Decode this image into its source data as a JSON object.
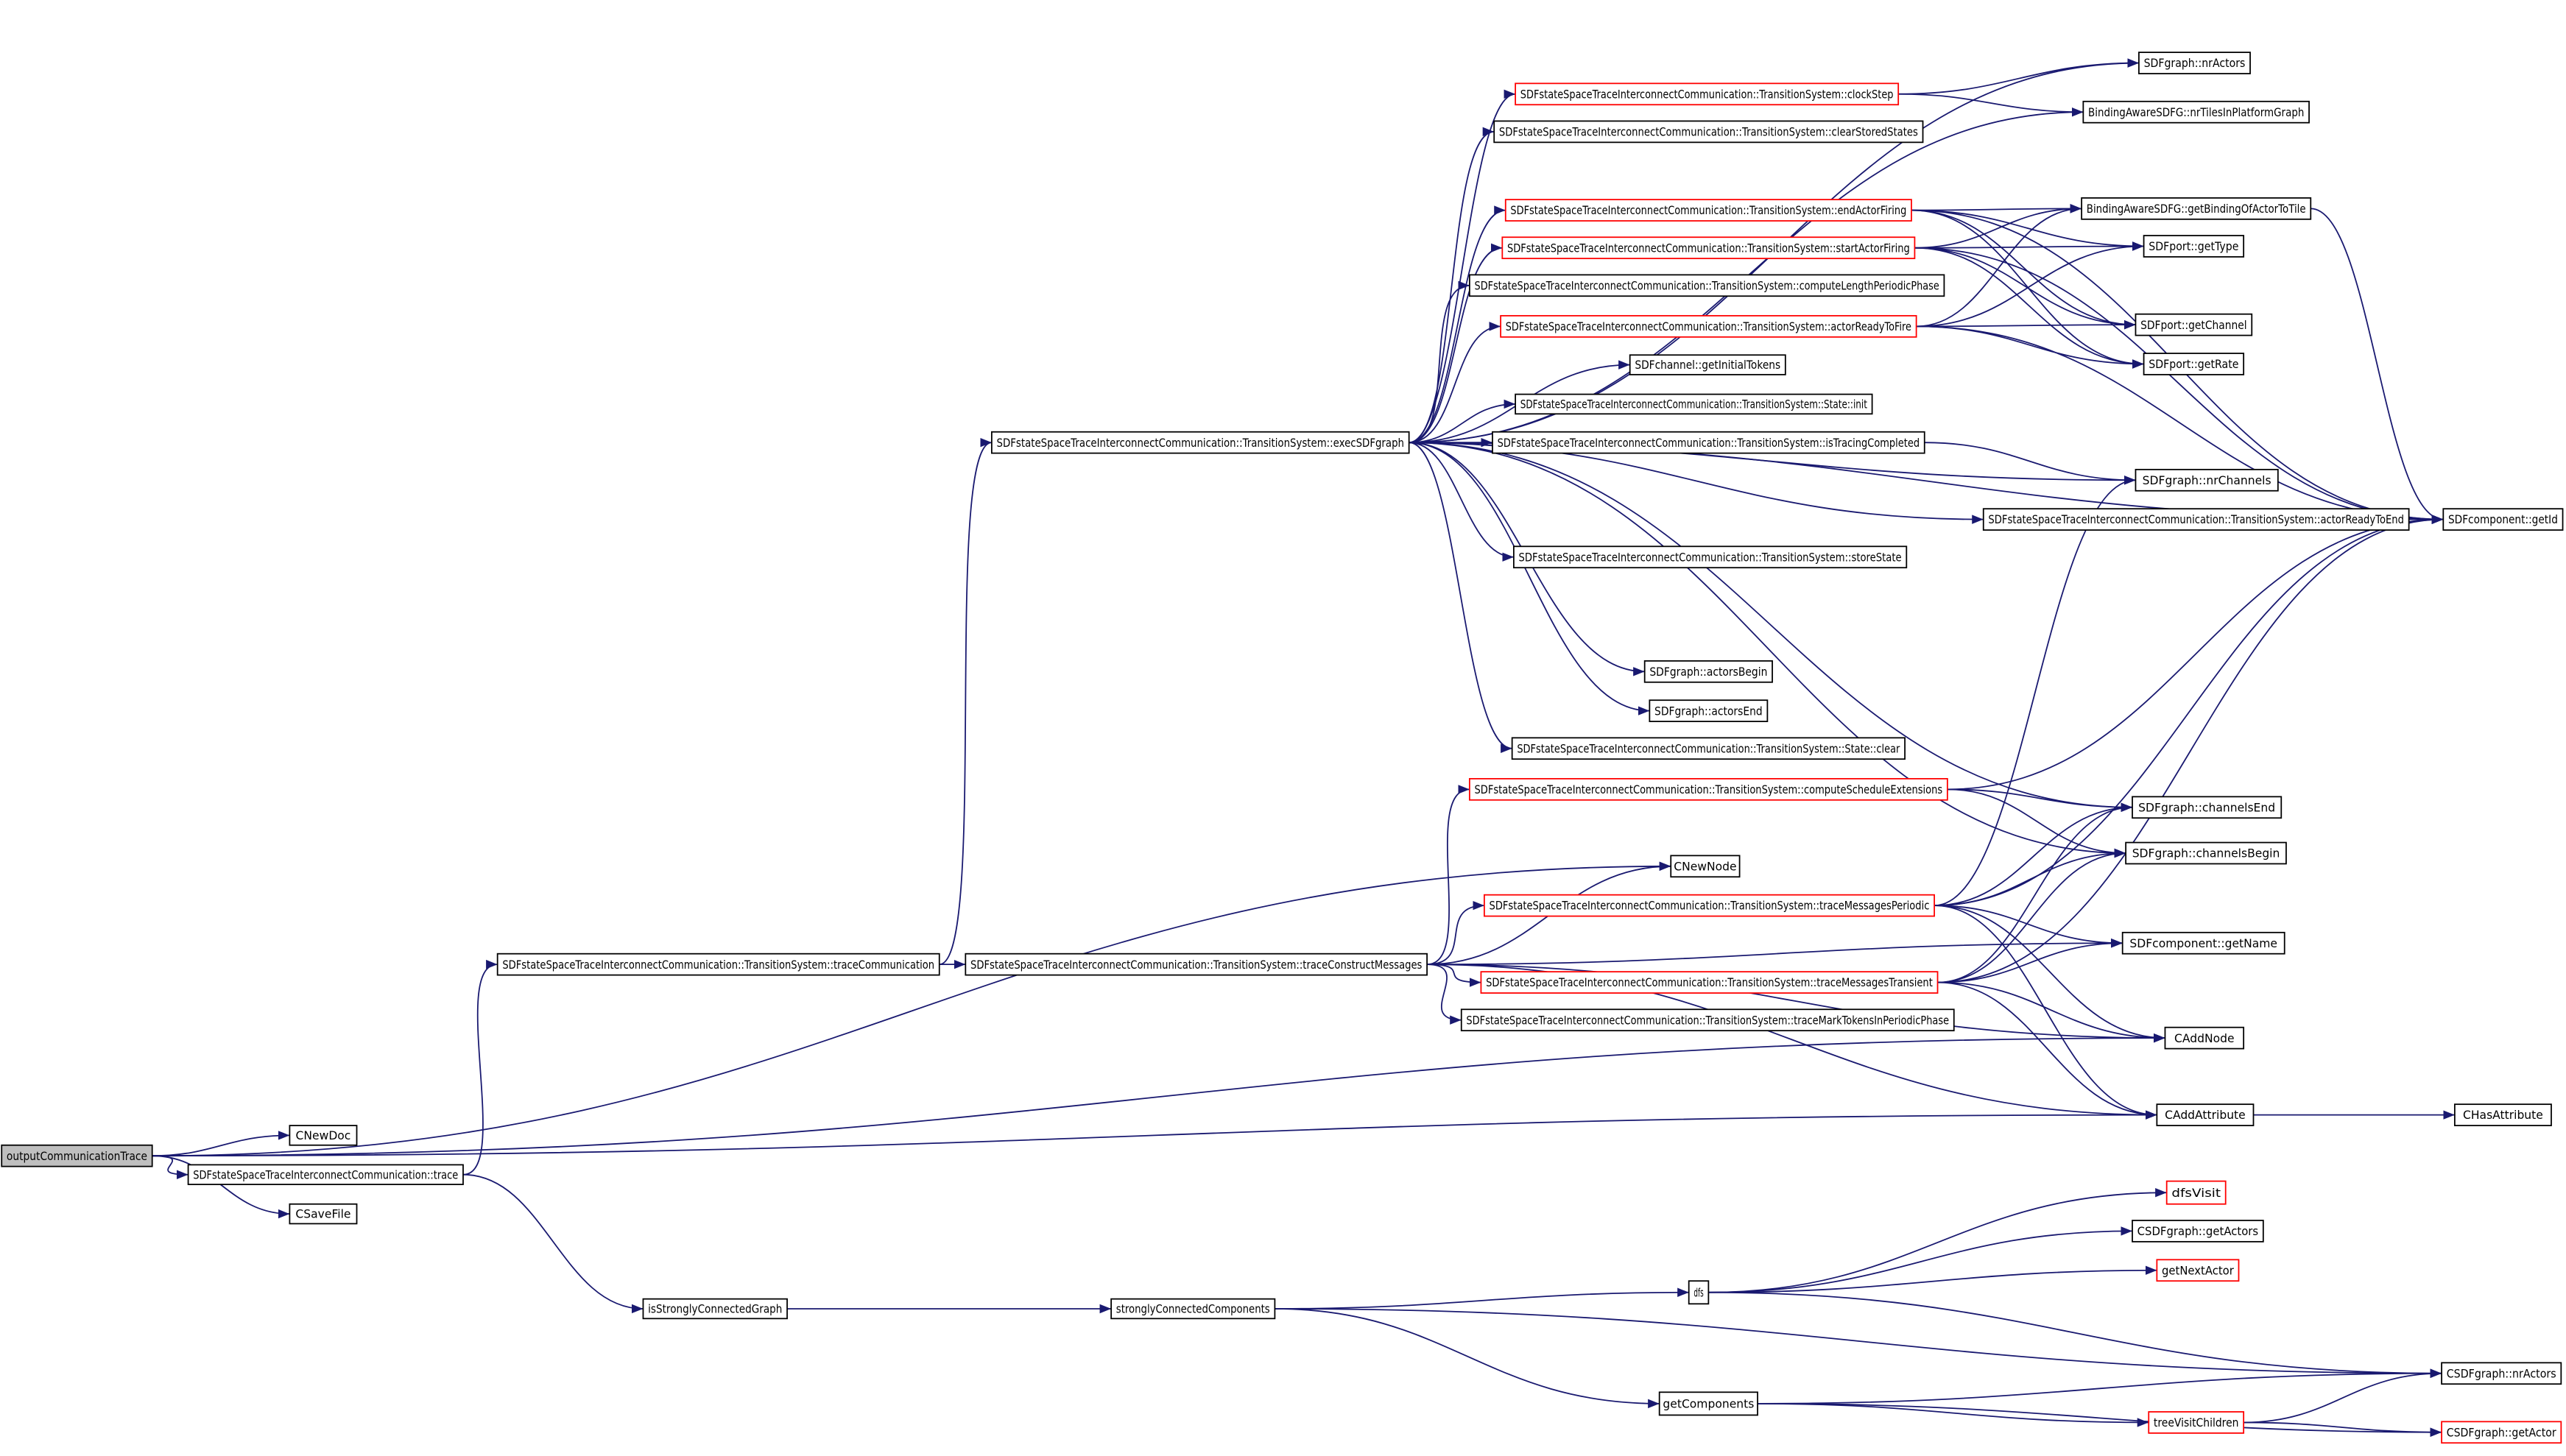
{
  "colors": {
    "edge": "#191970",
    "node_border": "#000000",
    "node_border_incomplete": "#ff0000",
    "root_fill": "#bfbfbf"
  },
  "nodes": {
    "n_root": {
      "label": "outputCommunicationTrace",
      "style": "root"
    },
    "n_cnewdoc": {
      "label": "CNewDoc",
      "style": "normal"
    },
    "n_trace": {
      "label": "SDFstateSpaceTraceInterconnectCommunication::trace",
      "style": "normal"
    },
    "n_csavefile": {
      "label": "CSaveFile",
      "style": "normal"
    },
    "n_tracecomm": {
      "label": "SDFstateSpaceTraceInterconnectCommunication::TransitionSystem::traceCommunication",
      "style": "normal"
    },
    "n_isscg": {
      "label": "isStronglyConnectedGraph",
      "style": "normal"
    },
    "n_exec": {
      "label": "SDFstateSpaceTraceInterconnectCommunication::TransitionSystem::execSDFgraph",
      "style": "normal"
    },
    "n_tcm": {
      "label": "SDFstateSpaceTraceInterconnectCommunication::TransitionSystem::traceConstructMessages",
      "style": "normal"
    },
    "n_scc": {
      "label": "stronglyConnectedComponents",
      "style": "normal"
    },
    "n_clock": {
      "label": "SDFstateSpaceTraceInterconnectCommunication::TransitionSystem::clockStep",
      "style": "red"
    },
    "n_clear_stored": {
      "label": "SDFstateSpaceTraceInterconnectCommunication::TransitionSystem::clearStoredStates",
      "style": "normal"
    },
    "n_endfire": {
      "label": "SDFstateSpaceTraceInterconnectCommunication::TransitionSystem::endActorFiring",
      "style": "red"
    },
    "n_startfire": {
      "label": "SDFstateSpaceTraceInterconnectCommunication::TransitionSystem::startActorFiring",
      "style": "red"
    },
    "n_complen": {
      "label": "SDFstateSpaceTraceInterconnectCommunication::TransitionSystem::computeLengthPeriodicPhase",
      "style": "normal"
    },
    "n_ready_fire": {
      "label": "SDFstateSpaceTraceInterconnectCommunication::TransitionSystem::actorReadyToFire",
      "style": "red"
    },
    "n_inittok": {
      "label": "SDFchannel::getInitialTokens",
      "style": "normal"
    },
    "n_state_init": {
      "label": "SDFstateSpaceTraceInterconnectCommunication::TransitionSystem::State::init",
      "style": "normal"
    },
    "n_istracing": {
      "label": "SDFstateSpaceTraceInterconnectCommunication::TransitionSystem::isTracingCompleted",
      "style": "normal"
    },
    "n_ready_end": {
      "label": "SDFstateSpaceTraceInterconnectCommunication::TransitionSystem::actorReadyToEnd",
      "style": "normal"
    },
    "n_store": {
      "label": "SDFstateSpaceTraceInterconnectCommunication::TransitionSystem::storeState",
      "style": "normal"
    },
    "n_abegin": {
      "label": "SDFgraph::actorsBegin",
      "style": "normal"
    },
    "n_aend": {
      "label": "SDFgraph::actorsEnd",
      "style": "normal"
    },
    "n_state_clear": {
      "label": "SDFstateSpaceTraceInterconnectCommunication::TransitionSystem::State::clear",
      "style": "normal"
    },
    "n_cse": {
      "label": "SDFstateSpaceTraceInterconnectCommunication::TransitionSystem::computeScheduleExtensions",
      "style": "red"
    },
    "n_cnewnode": {
      "label": "CNewNode",
      "style": "normal"
    },
    "n_tmp": {
      "label": "SDFstateSpaceTraceInterconnectCommunication::TransitionSystem::traceMessagesPeriodic",
      "style": "red"
    },
    "n_tmt": {
      "label": "SDFstateSpaceTraceInterconnectCommunication::TransitionSystem::traceMessagesTransient",
      "style": "red"
    },
    "n_tmtpp": {
      "label": "SDFstateSpaceTraceInterconnectCommunication::TransitionSystem::traceMarkTokensInPeriodicPhase",
      "style": "normal"
    },
    "n_dfs": {
      "label": "dfs",
      "style": "normal"
    },
    "n_getcomp": {
      "label": "getComponents",
      "style": "normal"
    },
    "n_nractors": {
      "label": "SDFgraph::nrActors",
      "style": "normal"
    },
    "n_nrtiles": {
      "label": "BindingAwareSDFG::nrTilesInPlatformGraph",
      "style": "normal"
    },
    "n_binding": {
      "label": "BindingAwareSDFG::getBindingOfActorToTile",
      "style": "normal"
    },
    "n_gettype": {
      "label": "SDFport::getType",
      "style": "normal"
    },
    "n_getchannel": {
      "label": "SDFport::getChannel",
      "style": "normal"
    },
    "n_getrate": {
      "label": "SDFport::getRate",
      "style": "normal"
    },
    "n_nrchannels": {
      "label": "SDFgraph::nrChannels",
      "style": "normal"
    },
    "n_getid": {
      "label": "SDFcomponent::getId",
      "style": "normal"
    },
    "n_chend": {
      "label": "SDFgraph::channelsEnd",
      "style": "normal"
    },
    "n_chbegin": {
      "label": "SDFgraph::channelsBegin",
      "style": "normal"
    },
    "n_getname": {
      "label": "SDFcomponent::getName",
      "style": "normal"
    },
    "n_caddnode": {
      "label": "CAddNode",
      "style": "normal"
    },
    "n_caddattr": {
      "label": "CAddAttribute",
      "style": "normal"
    },
    "n_chasattr": {
      "label": "CHasAttribute",
      "style": "normal"
    },
    "n_dfsvisit": {
      "label": "dfsVisit",
      "style": "red"
    },
    "n_csdfgetactors": {
      "label": "CSDFgraph::getActors",
      "style": "normal"
    },
    "n_getnextactor": {
      "label": "getNextActor",
      "style": "red"
    },
    "n_csdfnractors": {
      "label": "CSDFgraph::nrActors",
      "style": "normal"
    },
    "n_treevisit": {
      "label": "treeVisitChildren",
      "style": "red"
    },
    "n_csdfgetactor": {
      "label": "CSDFgraph::getActor",
      "style": "red"
    }
  },
  "edges": [
    [
      "n_root",
      "n_cnewdoc"
    ],
    [
      "n_root",
      "n_trace"
    ],
    [
      "n_root",
      "n_csavefile"
    ],
    [
      "n_root",
      "n_cnewnode"
    ],
    [
      "n_root",
      "n_caddnode"
    ],
    [
      "n_root",
      "n_caddattr"
    ],
    [
      "n_trace",
      "n_tracecomm"
    ],
    [
      "n_trace",
      "n_isscg"
    ],
    [
      "n_tracecomm",
      "n_exec"
    ],
    [
      "n_tracecomm",
      "n_tcm"
    ],
    [
      "n_isscg",
      "n_scc"
    ],
    [
      "n_exec",
      "n_nractors"
    ],
    [
      "n_exec",
      "n_clock"
    ],
    [
      "n_exec",
      "n_clear_stored"
    ],
    [
      "n_exec",
      "n_nrtiles"
    ],
    [
      "n_exec",
      "n_endfire"
    ],
    [
      "n_exec",
      "n_startfire"
    ],
    [
      "n_exec",
      "n_complen"
    ],
    [
      "n_exec",
      "n_ready_fire"
    ],
    [
      "n_exec",
      "n_inittok"
    ],
    [
      "n_exec",
      "n_state_init"
    ],
    [
      "n_exec",
      "n_istracing"
    ],
    [
      "n_exec",
      "n_nrchannels"
    ],
    [
      "n_exec",
      "n_ready_end"
    ],
    [
      "n_exec",
      "n_store"
    ],
    [
      "n_exec",
      "n_getid"
    ],
    [
      "n_exec",
      "n_chend"
    ],
    [
      "n_exec",
      "n_abegin"
    ],
    [
      "n_exec",
      "n_aend"
    ],
    [
      "n_exec",
      "n_state_clear"
    ],
    [
      "n_exec",
      "n_chbegin"
    ],
    [
      "n_clock",
      "n_nractors"
    ],
    [
      "n_clock",
      "n_nrtiles"
    ],
    [
      "n_endfire",
      "n_binding"
    ],
    [
      "n_endfire",
      "n_gettype"
    ],
    [
      "n_endfire",
      "n_getchannel"
    ],
    [
      "n_endfire",
      "n_getrate"
    ],
    [
      "n_endfire",
      "n_getid"
    ],
    [
      "n_startfire",
      "n_binding"
    ],
    [
      "n_startfire",
      "n_gettype"
    ],
    [
      "n_startfire",
      "n_getchannel"
    ],
    [
      "n_startfire",
      "n_getrate"
    ],
    [
      "n_startfire",
      "n_getid"
    ],
    [
      "n_ready_fire",
      "n_binding"
    ],
    [
      "n_ready_fire",
      "n_gettype"
    ],
    [
      "n_ready_fire",
      "n_getchannel"
    ],
    [
      "n_ready_fire",
      "n_getrate"
    ],
    [
      "n_ready_fire",
      "n_getid"
    ],
    [
      "n_istracing",
      "n_nrchannels"
    ],
    [
      "n_ready_end",
      "n_getid"
    ],
    [
      "n_binding",
      "n_getid"
    ],
    [
      "n_tcm",
      "n_cse"
    ],
    [
      "n_tcm",
      "n_cnewnode"
    ],
    [
      "n_tcm",
      "n_tmp"
    ],
    [
      "n_tcm",
      "n_getname"
    ],
    [
      "n_tcm",
      "n_tmt"
    ],
    [
      "n_tcm",
      "n_tmtpp"
    ],
    [
      "n_tcm",
      "n_caddnode"
    ],
    [
      "n_tcm",
      "n_caddattr"
    ],
    [
      "n_cse",
      "n_getid"
    ],
    [
      "n_cse",
      "n_chend"
    ],
    [
      "n_cse",
      "n_chbegin"
    ],
    [
      "n_tmp",
      "n_nrchannels"
    ],
    [
      "n_tmp",
      "n_chend"
    ],
    [
      "n_tmp",
      "n_chbegin"
    ],
    [
      "n_tmp",
      "n_getid"
    ],
    [
      "n_tmp",
      "n_getname"
    ],
    [
      "n_tmp",
      "n_caddnode"
    ],
    [
      "n_tmp",
      "n_caddattr"
    ],
    [
      "n_tmt",
      "n_chend"
    ],
    [
      "n_tmt",
      "n_chbegin"
    ],
    [
      "n_tmt",
      "n_getid"
    ],
    [
      "n_tmt",
      "n_getname"
    ],
    [
      "n_tmt",
      "n_caddnode"
    ],
    [
      "n_tmt",
      "n_caddattr"
    ],
    [
      "n_caddattr",
      "n_chasattr"
    ],
    [
      "n_scc",
      "n_dfs"
    ],
    [
      "n_scc",
      "n_csdfnractors"
    ],
    [
      "n_scc",
      "n_getcomp"
    ],
    [
      "n_dfs",
      "n_dfsvisit"
    ],
    [
      "n_dfs",
      "n_csdfgetactors"
    ],
    [
      "n_dfs",
      "n_getnextactor"
    ],
    [
      "n_dfs",
      "n_csdfnractors"
    ],
    [
      "n_getcomp",
      "n_csdfnractors"
    ],
    [
      "n_getcomp",
      "n_treevisit"
    ],
    [
      "n_getcomp",
      "n_csdfgetactor"
    ],
    [
      "n_treevisit",
      "n_csdfnractors"
    ],
    [
      "n_treevisit",
      "n_csdfgetactor"
    ]
  ]
}
